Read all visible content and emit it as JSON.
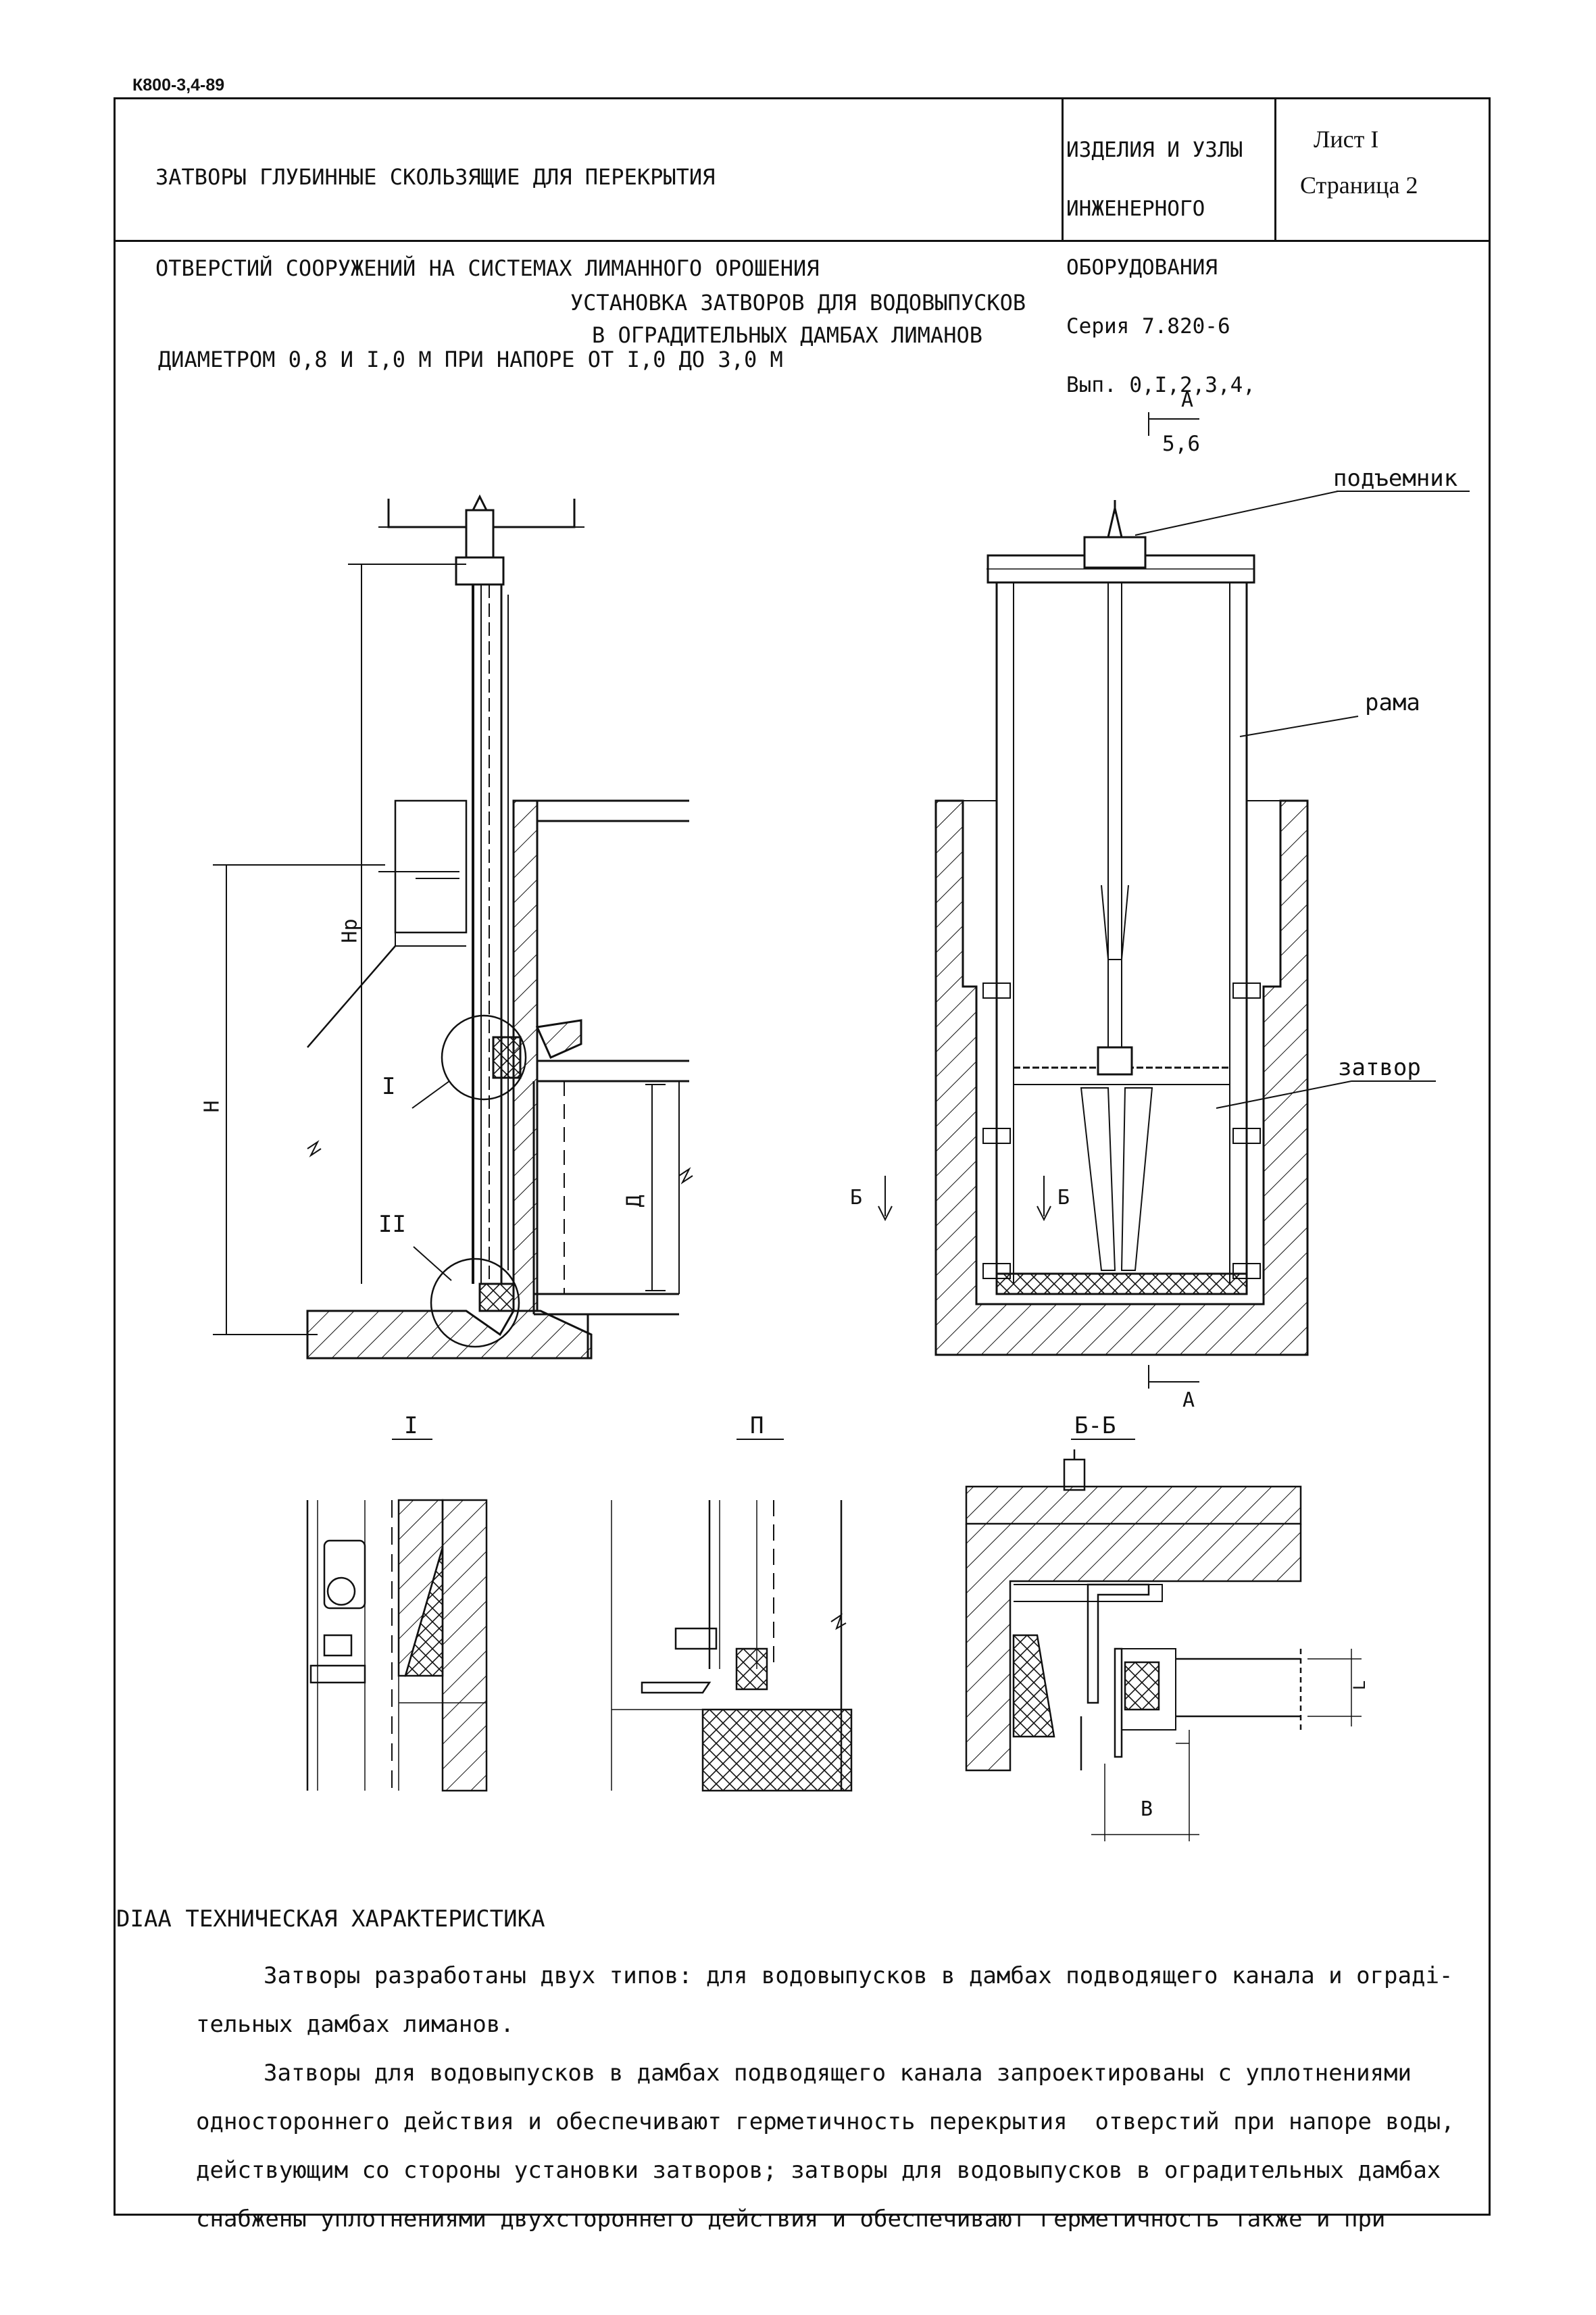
{
  "doc_code": "К800-3,4-89",
  "title_block": {
    "lines": [
      "ЗАТВОРЫ ГЛУБИННЫЕ СКОЛЬЗЯЩИЕ ДЛЯ ПЕРЕКРЫТИЯ",
      "ОТВЕРСТИЙ СООРУЖЕНИЙ НА СИСТЕМАХ ЛИМАННОГО ОРОШЕНИЯ",
      "ДИАМЕТРОМ 0,8 И I,0 М ПРИ НАПОРЕ ОТ I,0 ДО 3,0 М"
    ]
  },
  "series_block": {
    "lines": [
      "ИЗДЕЛИЯ И УЗЛЫ",
      "ИНЖЕНЕРНОГО",
      "ОБОРУДОВАНИЯ",
      "Серия 7.820-6",
      "Вып. 0,I,2,3,4,",
      "5,6"
    ]
  },
  "sheet_block": {
    "sheet": "Лист I",
    "page": "Страница 2"
  },
  "drawing": {
    "title_line1": "УСТАНОВКА ЗАТВОРОВ ДЛЯ ВОДОВЫПУСКОВ",
    "title_line2": "В  ОГРАДИТЕЛЬНЫХ ДАМБАХ ЛИМАНОВ",
    "labels": {
      "lifter": "подъемник",
      "frame": "рама",
      "gate": "затвор",
      "section_a": "А",
      "section_b": "Б",
      "node_1": "I",
      "node_2": "II",
      "dim_h": "H",
      "dim_hp": "Hр",
      "dim_d": "Д",
      "dim_b": "В",
      "dim_l": "L"
    },
    "detail_titles": [
      "I",
      "П",
      "Б-Б"
    ]
  },
  "tech": {
    "heading": "DIAA ТЕХНИЧЕСКАЯ ХАРАКТЕРИСТИКА",
    "lines": [
      "Затворы разработаны двух типов: для водовыпусков в дамбах подводящего канала и оградi-",
      "тельных дамбах лиманов.",
      "Затворы для водовыпусков в дамбах подводящего канала запроектированы с уплотнениями",
      "одностороннего действия и обеспечивают герметичность перекрытия  отверстий при напоре воды,",
      "действующим со стороны установки затворов; затворы для водовыпусков в оградительных дамбах",
      "снабжены уплотнениями двухстороннего действия и обеспечивают герметичность также и при"
    ]
  }
}
